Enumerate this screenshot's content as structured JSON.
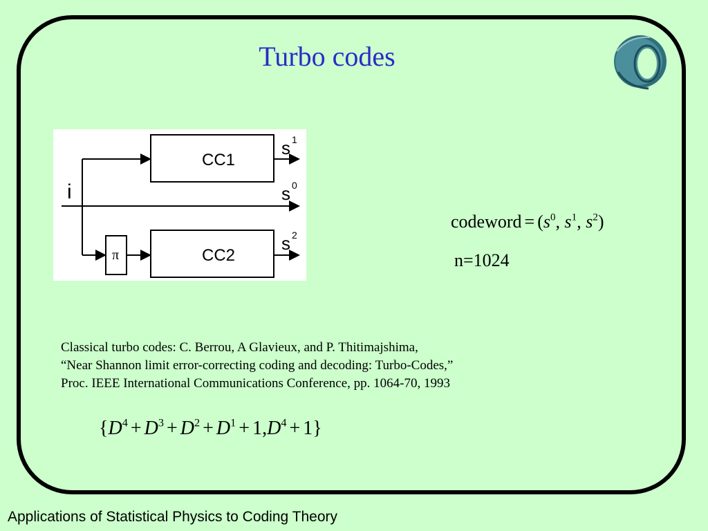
{
  "slide": {
    "title": "Turbo codes",
    "footer": "Applications of Statistical Physics to Coding Theory"
  },
  "diagram": {
    "input_label": "i",
    "encoder1_label": "CC1",
    "encoder2_label": "CC2",
    "interleaver_label": "π",
    "output0_base": "s",
    "output0_sup": "0",
    "output1_base": "s",
    "output1_sup": "1",
    "output2_base": "s",
    "output2_sup": "2"
  },
  "codeword": {
    "lhs": "codeword",
    "eq": "=",
    "open": "(",
    "s": "s",
    "sup0": "0",
    "sup1": "1",
    "sup2": "2",
    "comma": ",",
    "close": ")"
  },
  "block_length": "n=1024",
  "citation": {
    "line1": "Classical turbo codes: C. Berrou, A Glavieux, and P. Thitimajshima,",
    "line2": "“Near Shannon limit error-correcting  coding and decoding: Turbo-Codes,”",
    "line3": "Proc. IEEE International Communications Conference, pp. 1064-70,  1993"
  },
  "generator": {
    "open": "{",
    "D": "D",
    "p4": "4",
    "p3": "3",
    "p2": "2",
    "p1": "1",
    "plus": "+",
    "one": "1",
    "comma": ",",
    "close": "}"
  }
}
